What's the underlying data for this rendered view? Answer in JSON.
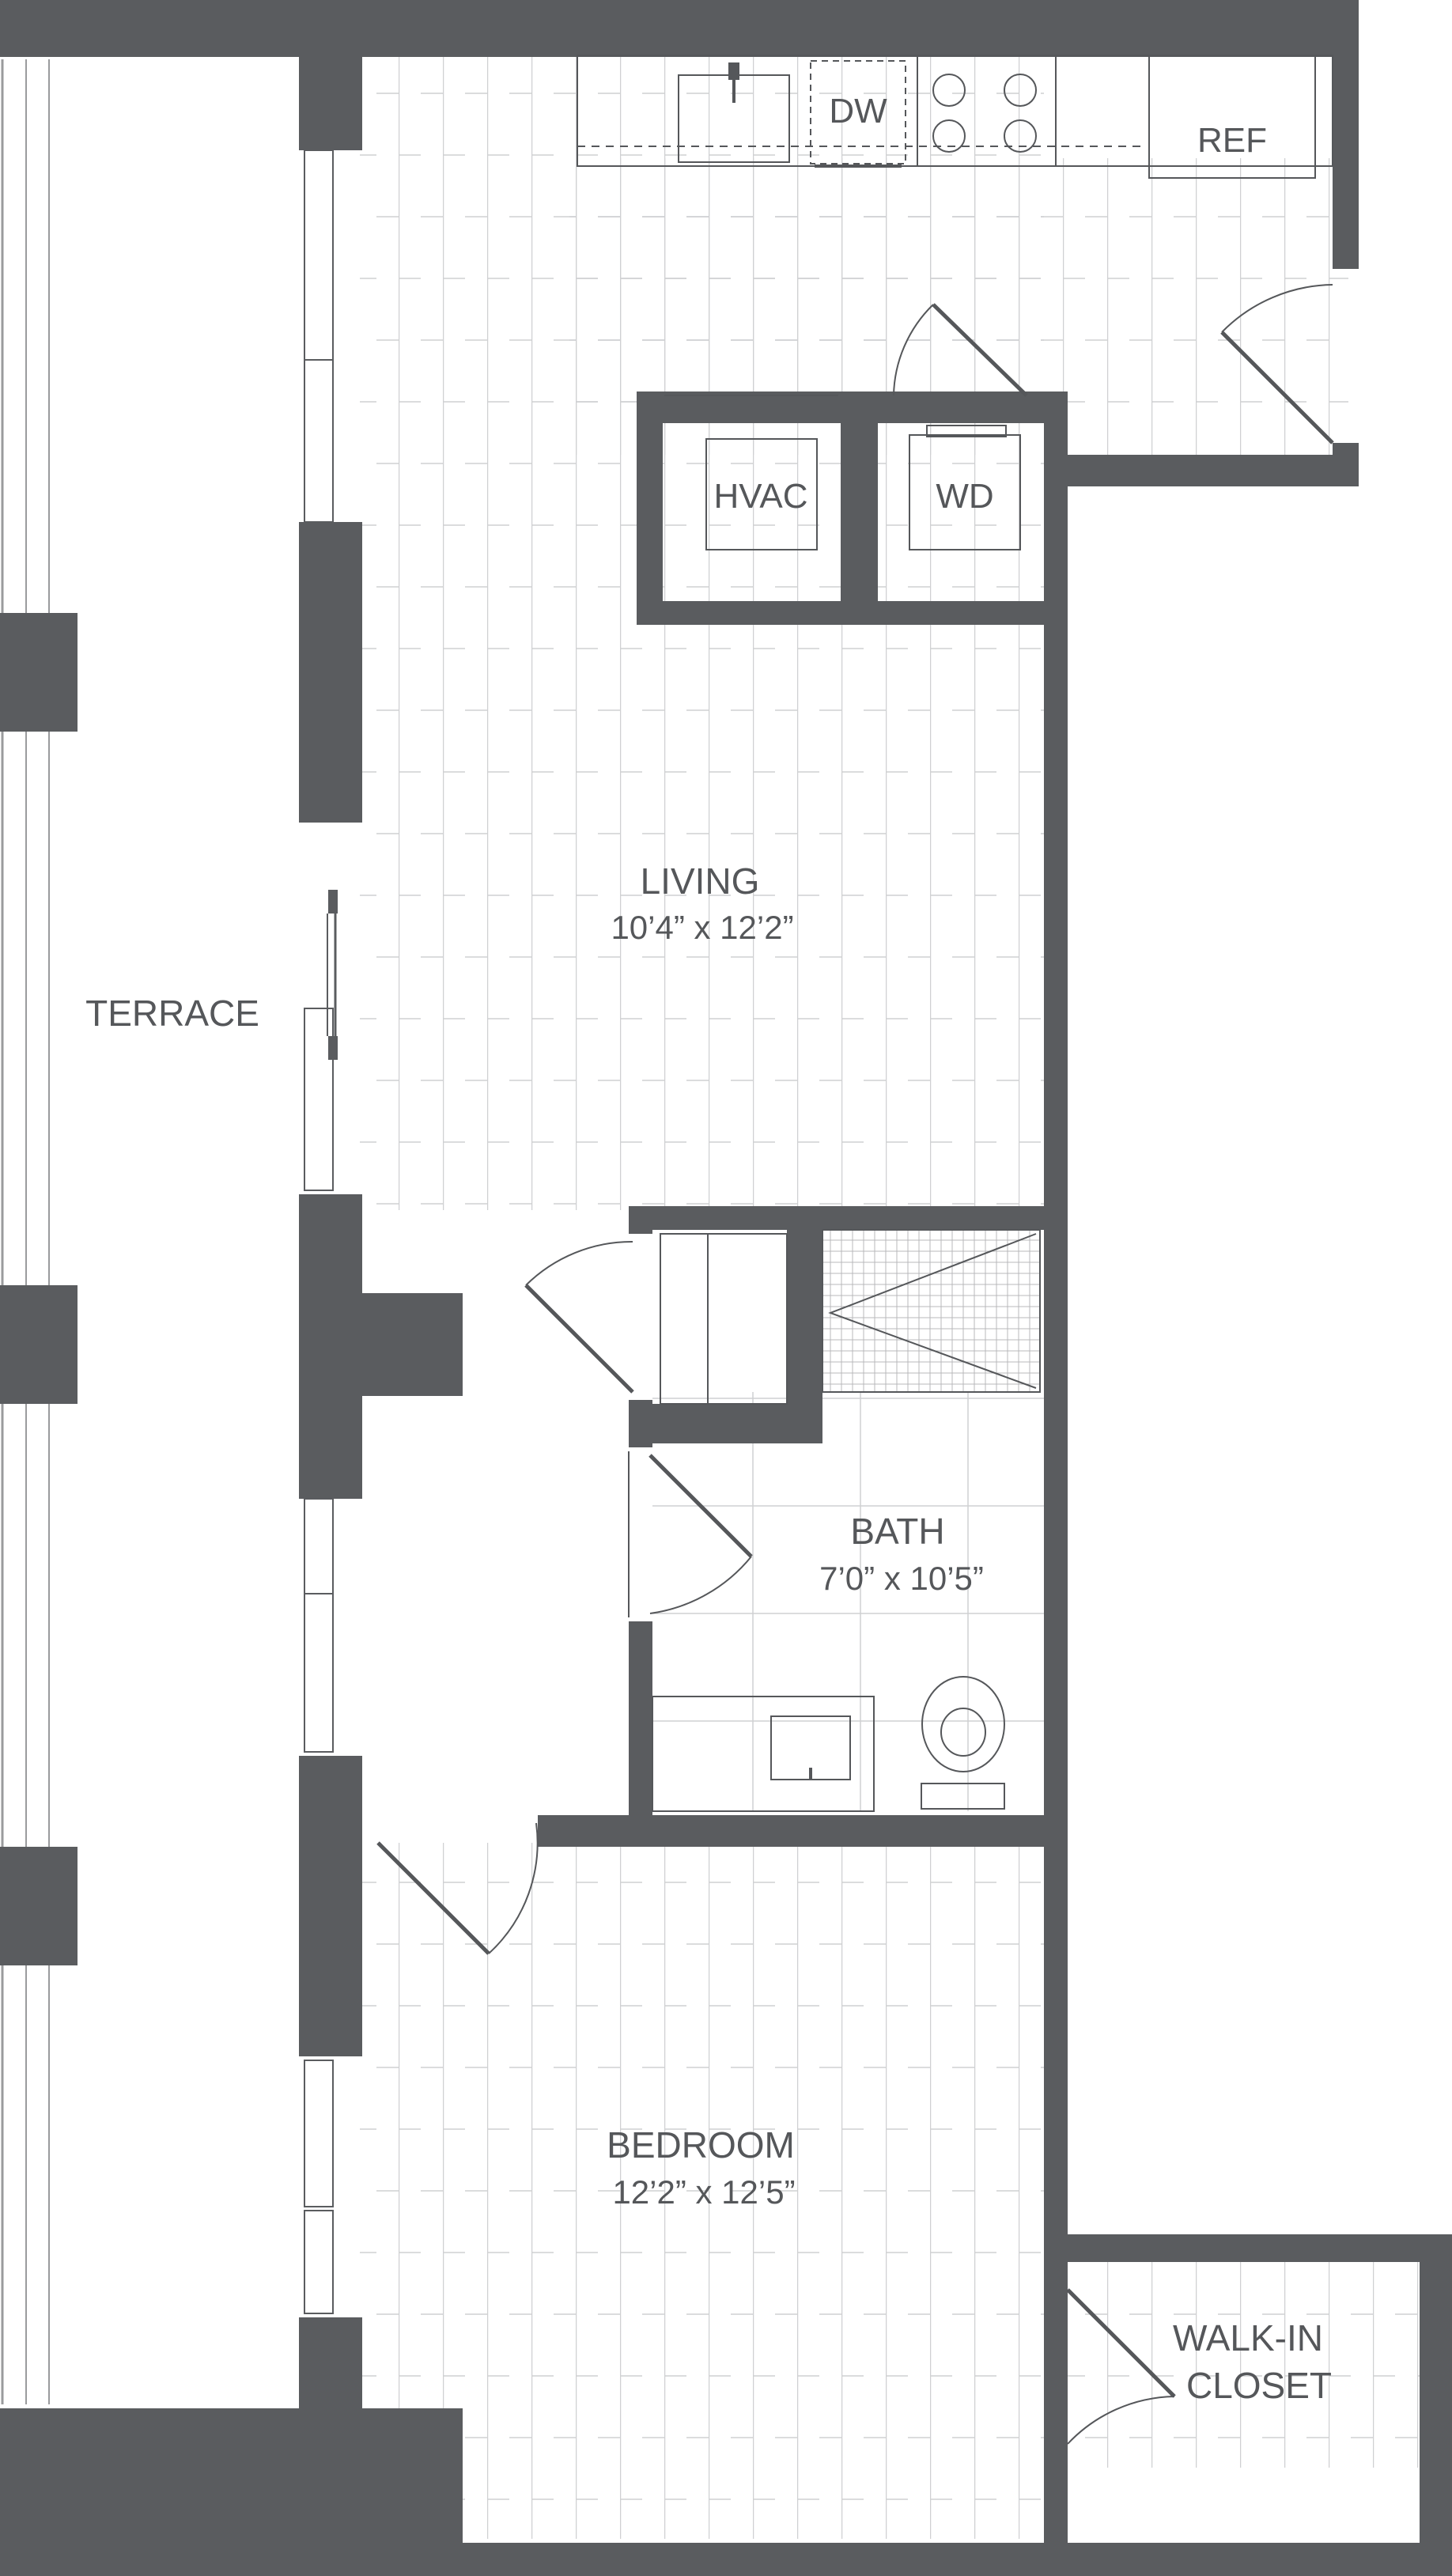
{
  "colors": {
    "wall": "#5a5c5f",
    "floor_line": "#c8c9cb",
    "fixture": "#55575a",
    "background": "#ffffff"
  },
  "rooms": {
    "terrace": {
      "name": "TERRACE"
    },
    "living": {
      "name": "LIVING",
      "size": "10’4” x 12’2”"
    },
    "bath": {
      "name": "BATH",
      "size": "7’0” x 10’5”"
    },
    "bedroom": {
      "name": "BEDROOM",
      "size": "12’2” x 12’5”"
    },
    "closet": {
      "name_line1": "WALK-IN",
      "name_line2": "CLOSET"
    }
  },
  "fixtures": {
    "dishwasher": "DW",
    "refrigerator": "REF",
    "hvac": "HVAC",
    "washer_dryer": "WD"
  }
}
